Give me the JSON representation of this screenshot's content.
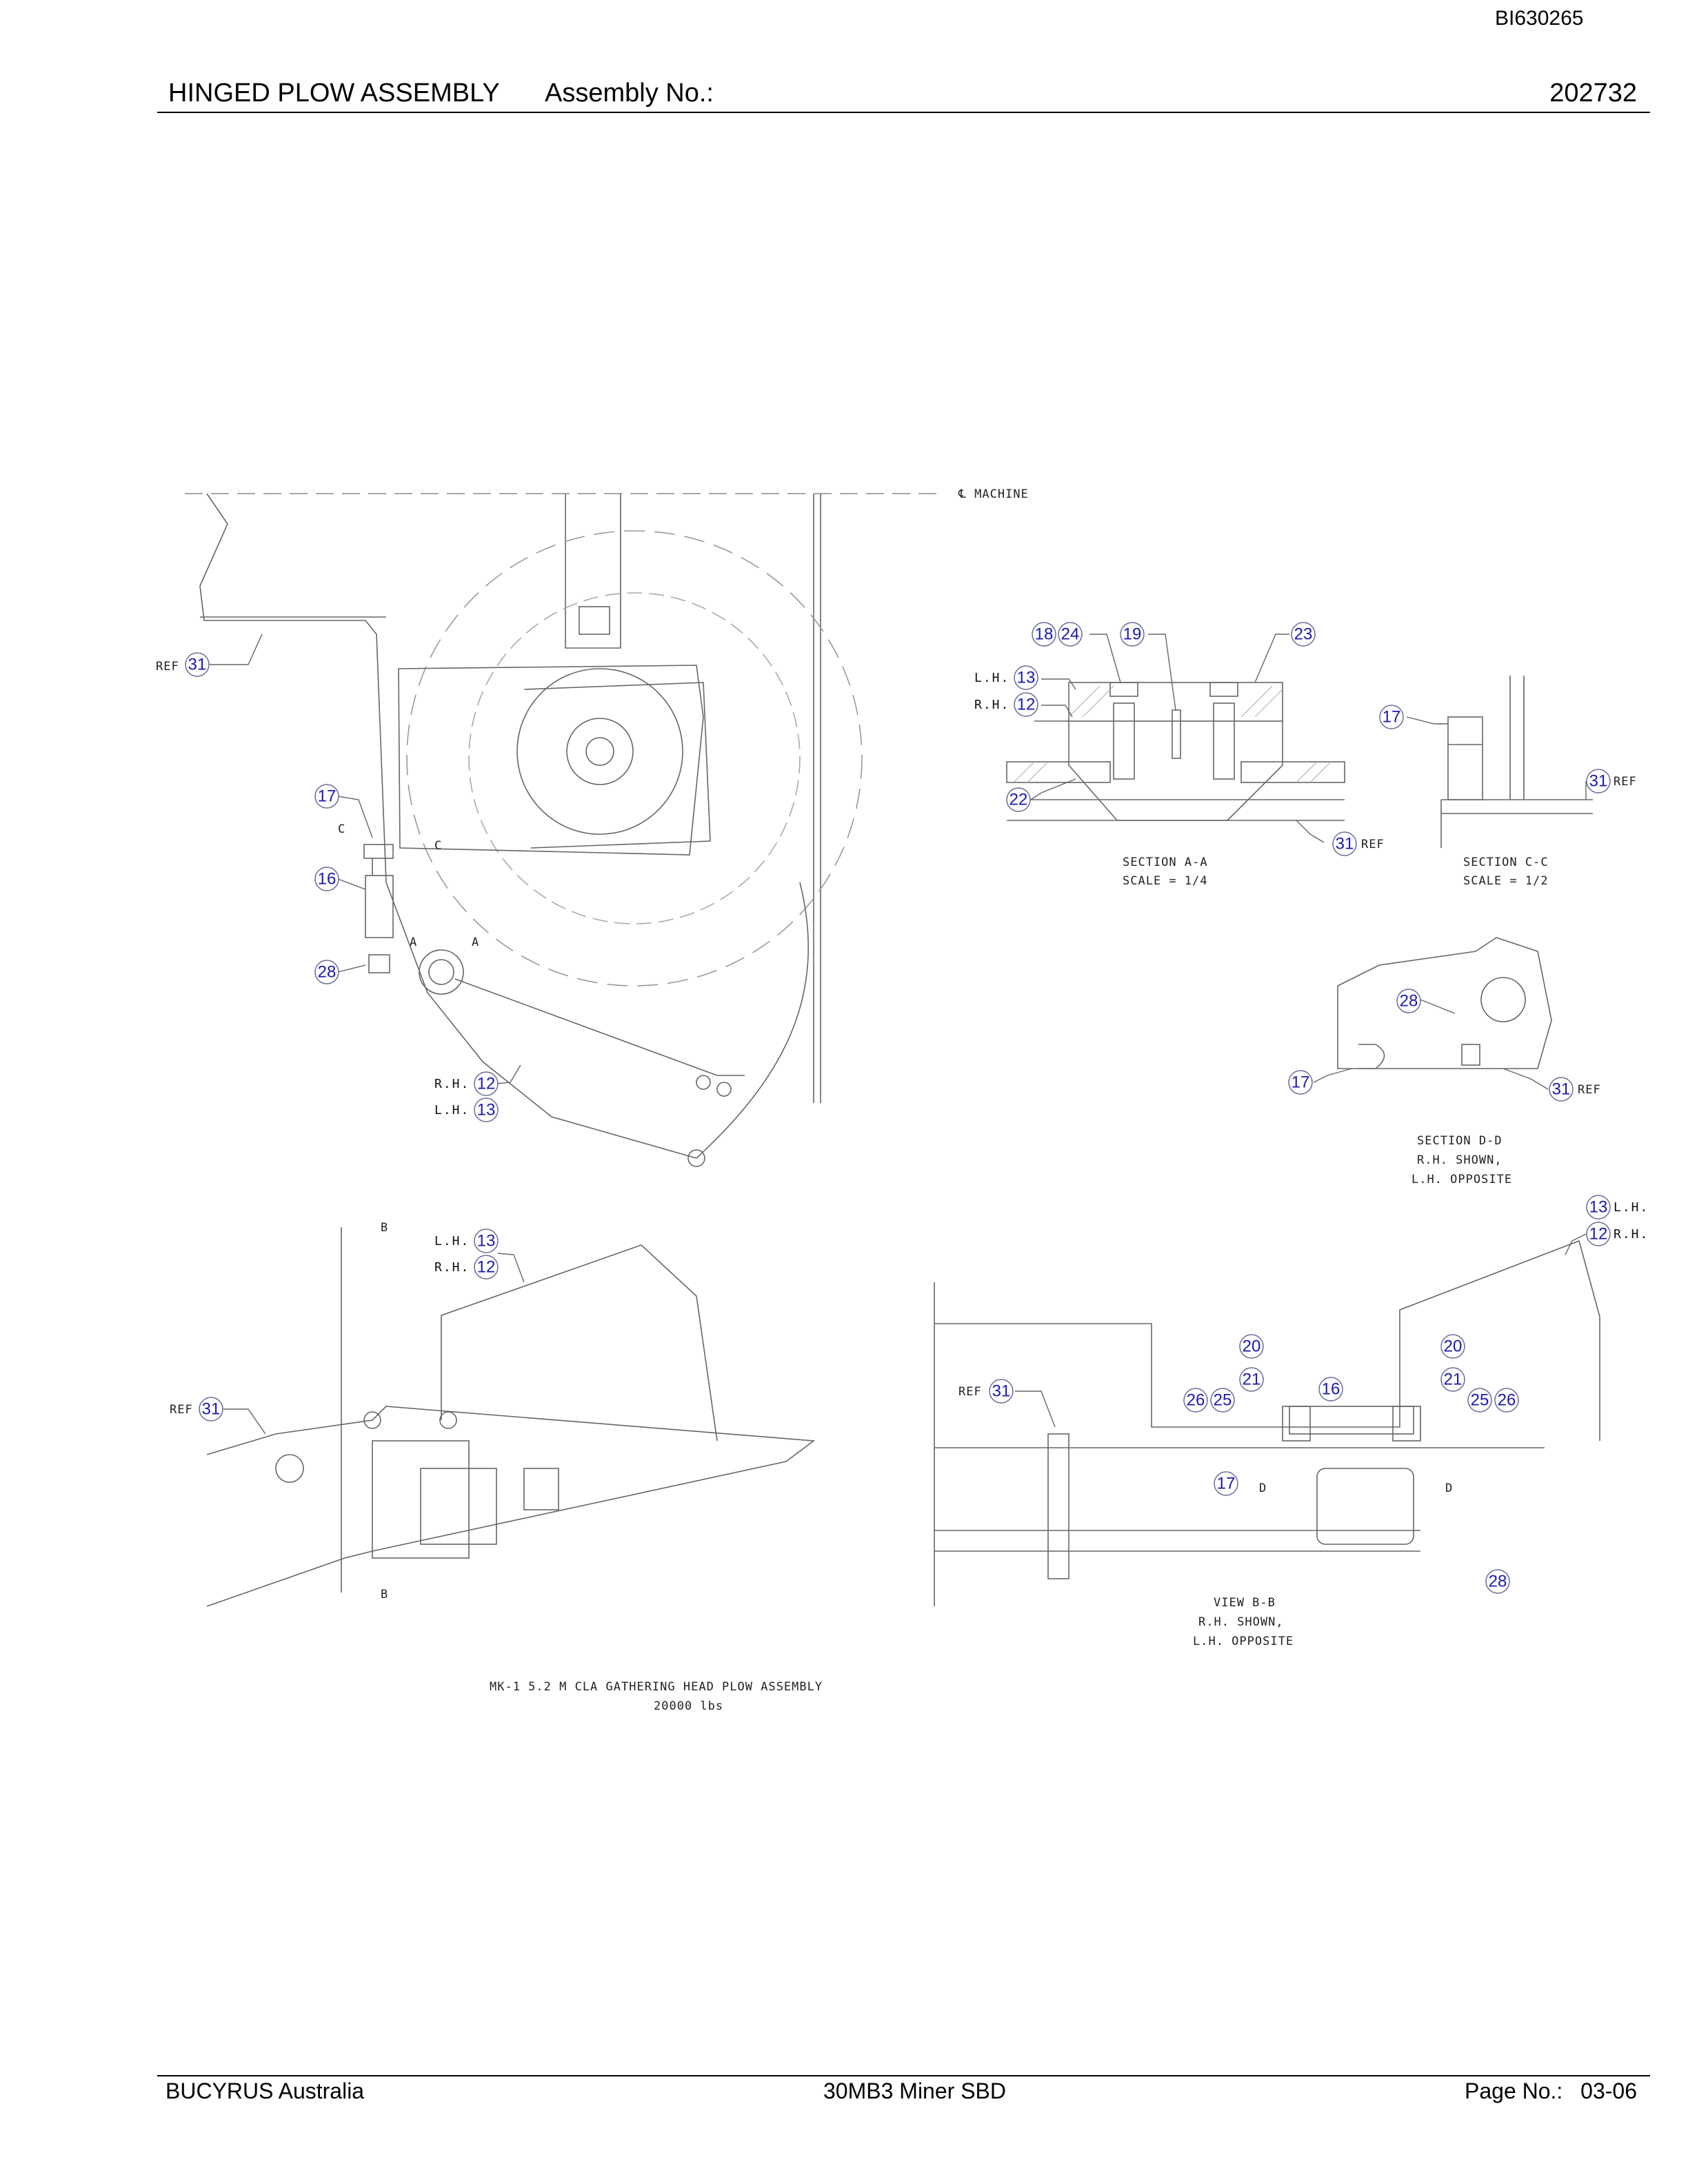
{
  "doc_id": "BI630265",
  "header": {
    "title": "HINGED PLOW ASSEMBLY",
    "assembly_label": "Assembly No.:",
    "assembly_number": "202732"
  },
  "drawing": {
    "machine_centerline": "℄ MACHINE",
    "ref": "REF",
    "lh": "L.H.",
    "rh": "R.H.",
    "section_aa": {
      "title": "SECTION A-A",
      "scale": "SCALE = 1/4"
    },
    "section_cc": {
      "title": "SECTION C-C",
      "scale": "SCALE = 1/2"
    },
    "section_dd": {
      "title": "SECTION D-D",
      "line2": "R.H. SHOWN,",
      "line3": "L.H. OPPOSITE"
    },
    "view_bb": {
      "title": "VIEW B-B",
      "line2": "R.H. SHOWN,",
      "line3": "L.H. OPPOSITE"
    },
    "caption": {
      "line1": "MK-1 5.2 M CLA GATHERING HEAD PLOW ASSEMBLY",
      "line2": "20000 lbs"
    },
    "section_markers": {
      "a": "A",
      "b": "B",
      "c": "C",
      "d": "D"
    },
    "item_numbers": [
      "31",
      "17",
      "16",
      "28",
      "12",
      "13",
      "18",
      "24",
      "19",
      "23",
      "22",
      "20",
      "21",
      "25",
      "26"
    ]
  },
  "footer": {
    "company": "BUCYRUS Australia",
    "machine": "30MB3 Miner SBD",
    "page_label": "Page No.:",
    "page_number": "03-06"
  },
  "colors": {
    "callout_text": "#1a1ab0",
    "line": "#555555"
  }
}
